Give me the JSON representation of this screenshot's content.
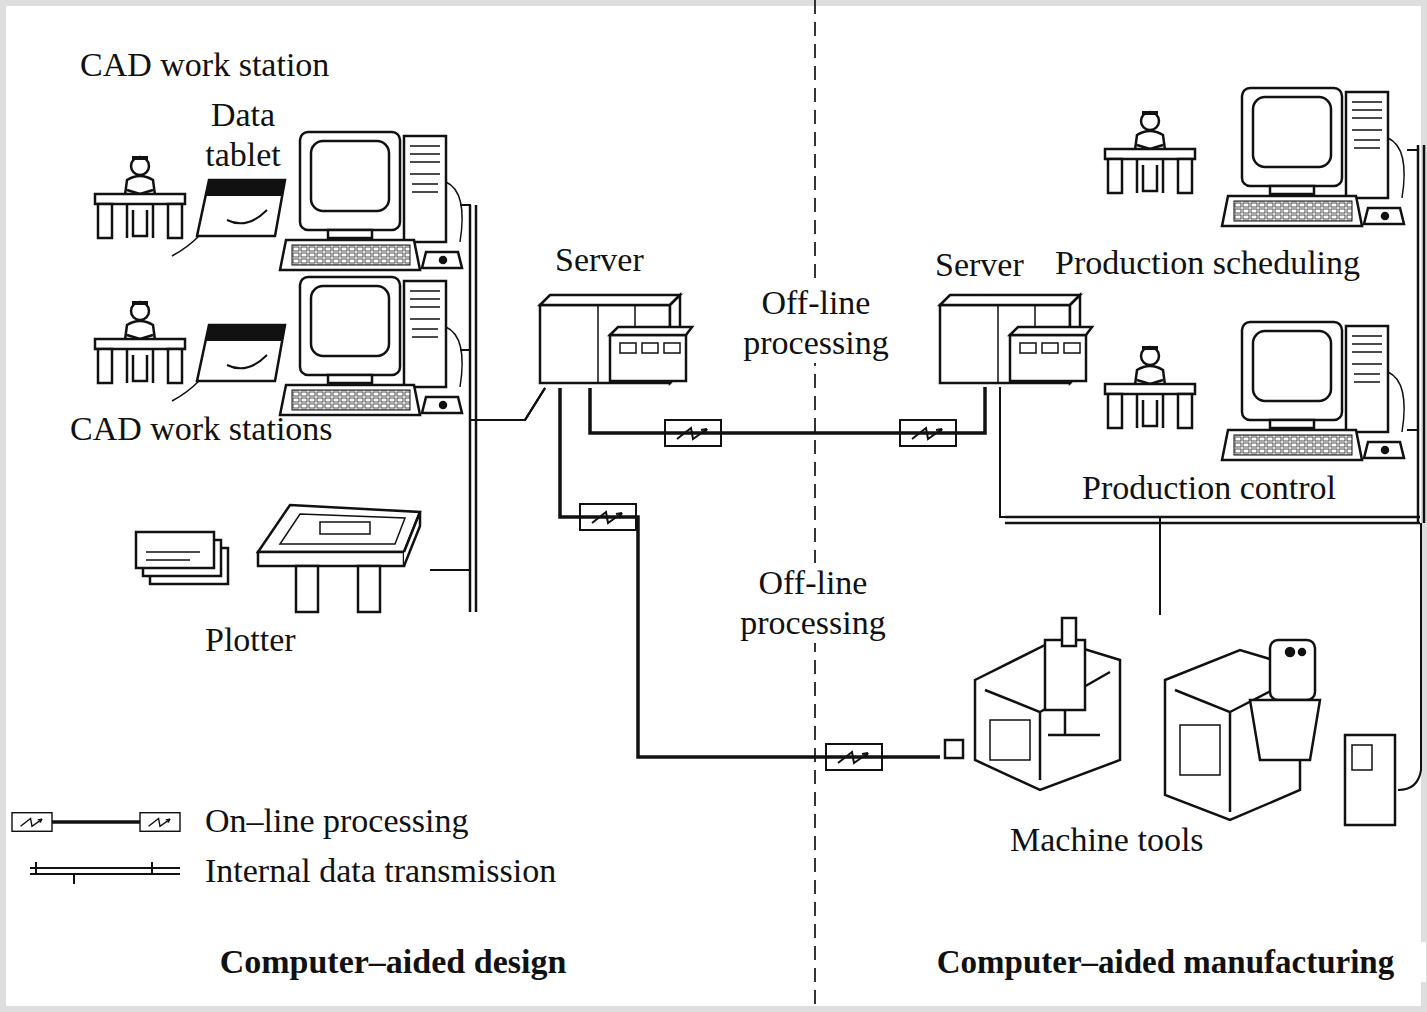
{
  "diagram": {
    "nodes": [
      {
        "text": [
          "CAD work station"
        ]
      },
      {
        "text": [
          "CAD work stations"
        ]
      },
      {
        "text": [
          "Plotter"
        ]
      },
      {
        "text": [
          "Server"
        ]
      },
      {
        "text": [
          "Server"
        ]
      },
      {
        "text": [
          "Production scheduling"
        ]
      },
      {
        "text": [
          "Production control"
        ]
      },
      {
        "text": [
          "Machine tools"
        ]
      }
    ],
    "edges": [
      {
        "from": 0,
        "to": 3,
        "arrow": "none"
      },
      {
        "from": 1,
        "to": 3,
        "arrow": "none"
      },
      {
        "from": 2,
        "to": 3,
        "arrow": "none"
      },
      {
        "from": 3,
        "to": 4,
        "arrow": "none",
        "label": "Off-line processing"
      },
      {
        "from": 3,
        "to": 7,
        "arrow": "none",
        "label": "Off-line processing"
      },
      {
        "from": 4,
        "to": 5,
        "arrow": "none"
      },
      {
        "from": 4,
        "to": 6,
        "arrow": "none"
      },
      {
        "from": 4,
        "to": 7,
        "arrow": "none"
      }
    ],
    "labels": [
      "Data tablet",
      "Computer–aided design",
      "Computer–aided manufacturing"
    ],
    "legend": [
      {
        "text": "On–line processing"
      },
      {
        "text": "Internal data transmission"
      }
    ]
  }
}
